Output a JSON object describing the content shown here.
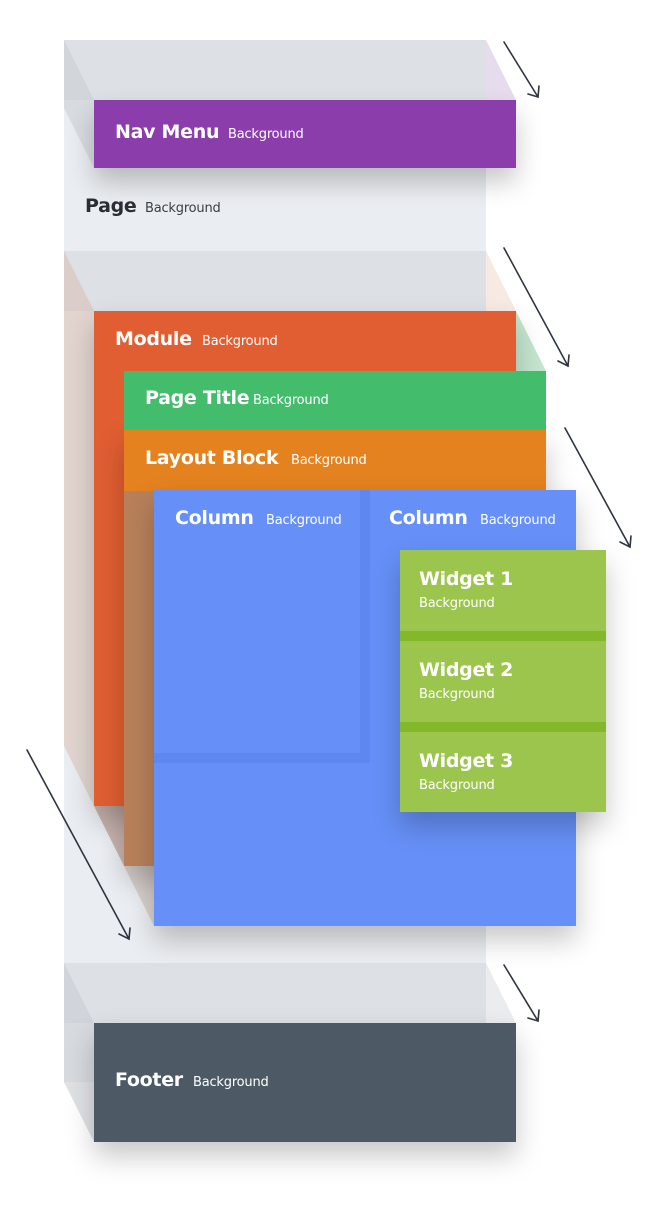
{
  "colors": {
    "page": "#eaedf1",
    "page_top": "#dde0e5",
    "nav": "#8a3dab",
    "module": "#e05e31",
    "page_title": "#43bc6c",
    "layout_block": "#e3821f",
    "column": "#6690f7",
    "widget": "#9bc54c",
    "widget_divider": "#84b82b",
    "footer": "#4d5a65"
  },
  "sections": {
    "nav": {
      "title": "Nav Menu",
      "sub": "Background"
    },
    "page": {
      "title": "Page",
      "sub": "Background"
    },
    "module": {
      "title": "Module",
      "sub": "Background"
    },
    "page_title": {
      "title": "Page Title",
      "sub": "Background"
    },
    "layout_block": {
      "title": "Layout Block",
      "sub": "Background"
    },
    "column_left": {
      "title": "Column",
      "sub": "Background"
    },
    "column_right": {
      "title": "Column",
      "sub": "Background"
    },
    "widgets": [
      {
        "title": "Widget 1",
        "sub": "Background"
      },
      {
        "title": "Widget 2",
        "sub": "Background"
      },
      {
        "title": "Widget 3",
        "sub": "Background"
      }
    ],
    "footer": {
      "title": "Footer",
      "sub": "Background"
    }
  },
  "arrow_icon": "arrow-down-right-icon"
}
